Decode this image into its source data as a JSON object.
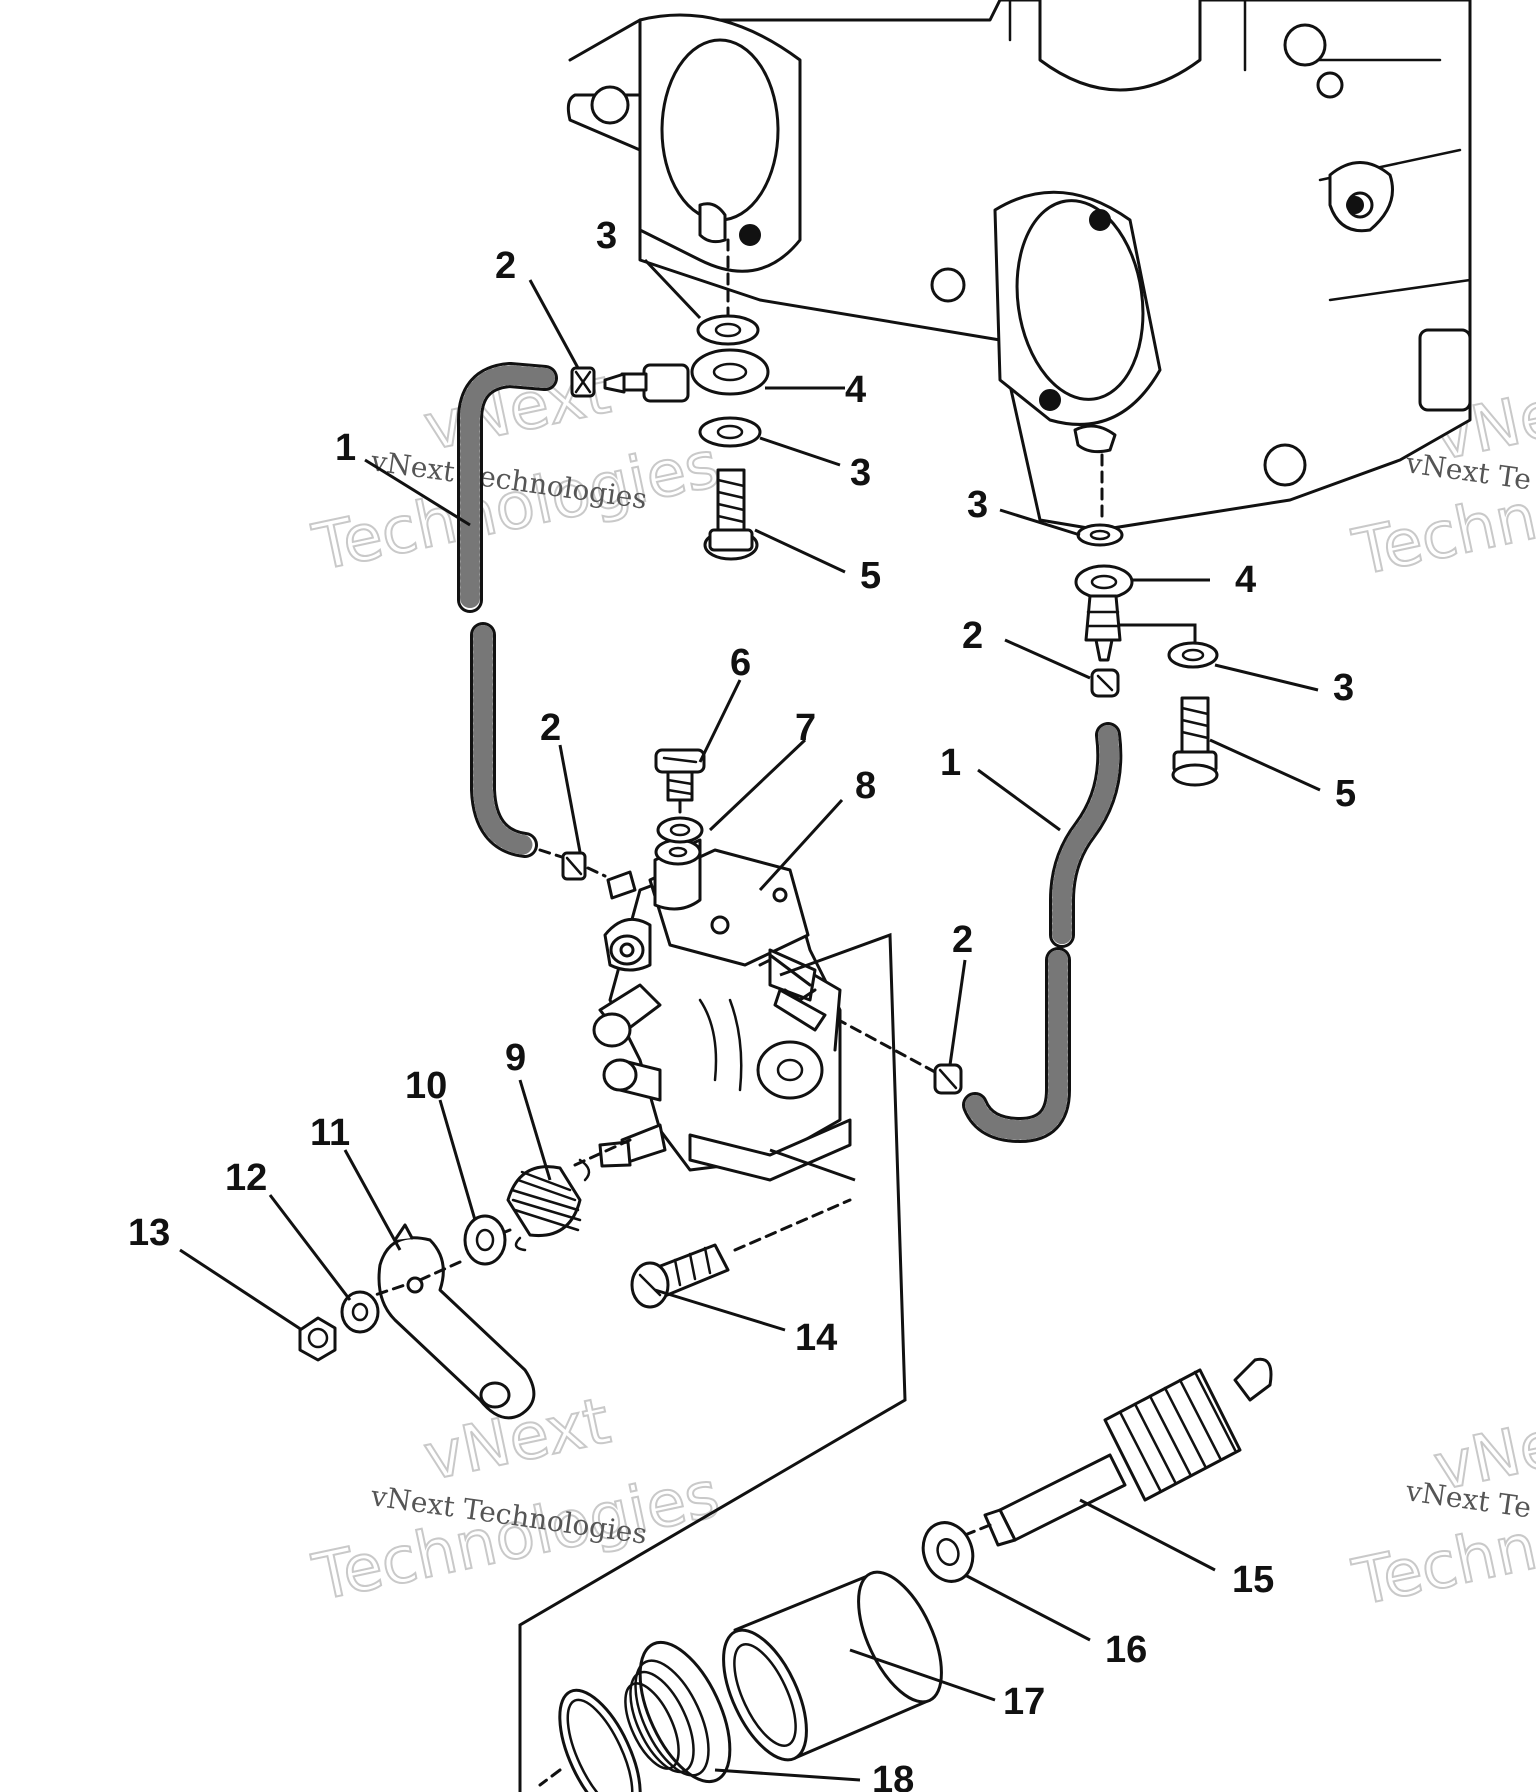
{
  "watermark": {
    "line1": "vNext",
    "line2": "Technologies",
    "inline": "vNext Technologies",
    "edge_line1": "vNe",
    "edge_line2": "Techn",
    "edge_inline": "vNext Te"
  },
  "callouts": [
    {
      "label": "1"
    },
    {
      "label": "1"
    },
    {
      "label": "2"
    },
    {
      "label": "2"
    },
    {
      "label": "2"
    },
    {
      "label": "2"
    },
    {
      "label": "3"
    },
    {
      "label": "3"
    },
    {
      "label": "3"
    },
    {
      "label": "3"
    },
    {
      "label": "4"
    },
    {
      "label": "4"
    },
    {
      "label": "5"
    },
    {
      "label": "5"
    },
    {
      "label": "6"
    },
    {
      "label": "7"
    },
    {
      "label": "8"
    },
    {
      "label": "9"
    },
    {
      "label": "10"
    },
    {
      "label": "11"
    },
    {
      "label": "12"
    },
    {
      "label": "13"
    },
    {
      "label": "14"
    },
    {
      "label": "15"
    },
    {
      "label": "16"
    },
    {
      "label": "17"
    },
    {
      "label": "18"
    }
  ],
  "colors": {
    "ink": "#111111",
    "paper": "#ffffff",
    "watermark": "#c9c9c9"
  }
}
